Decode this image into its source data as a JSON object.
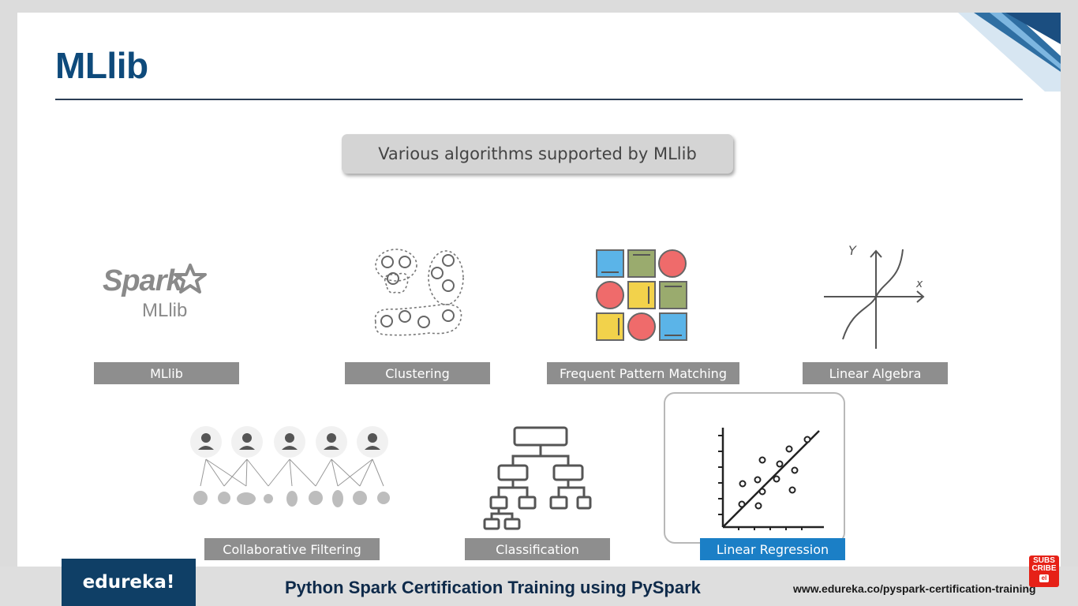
{
  "slide": {
    "title": "MLlib",
    "subtitle": "Various algorithms supported by MLlib"
  },
  "logo": {
    "spark_word": "Spark",
    "product_word": "MLlib"
  },
  "algorithms": [
    {
      "label": "MLlib",
      "icon": "spark-mllib-logo"
    },
    {
      "label": "Clustering",
      "icon": "clustering-icon"
    },
    {
      "label": "Frequent Pattern Matching",
      "icon": "pattern-grid-icon"
    },
    {
      "label": "Linear Algebra",
      "icon": "axes-graph-icon"
    },
    {
      "label": "Collaborative Filtering",
      "icon": "users-items-icon"
    },
    {
      "label": "Classification",
      "icon": "tree-hierarchy-icon"
    },
    {
      "label": "Linear Regression",
      "icon": "scatter-regression-icon",
      "highlighted": true
    }
  ],
  "axis_letters": {
    "y": "Y",
    "x": "x"
  },
  "footer": {
    "brand": "edureka!",
    "course_title": "Python Spark Certification Training using PySpark",
    "url": "www.edureka.co/pyspark-certification-training"
  },
  "subscribe": {
    "line1": "SUBS",
    "line2": "CRIBE",
    "play": "el"
  },
  "colors": {
    "title_blue": "#0e4a7b",
    "label_gray": "#8e8e8e",
    "label_highlight": "#1b7fc6",
    "grid_blue": "#5bb4e8",
    "grid_olive": "#9aab6e",
    "grid_red": "#ef6b6b",
    "grid_yellow": "#f2d24b",
    "footer_navy": "#0f3f66"
  }
}
